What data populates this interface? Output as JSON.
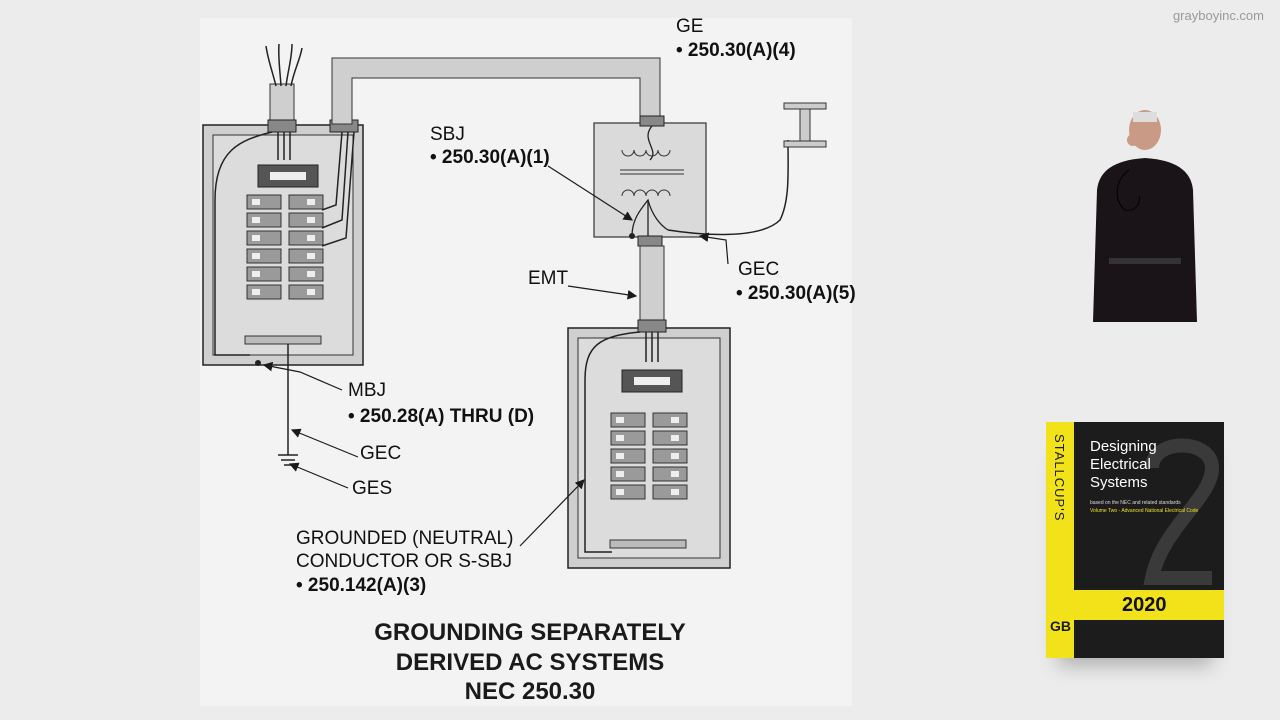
{
  "watermark": "grayboyinc.com",
  "labels": {
    "ge": "GE",
    "ge_ref": "• 250.30(A)(4)",
    "sbj": "SBJ",
    "sbj_ref": "• 250.30(A)(1)",
    "emt": "EMT",
    "gec_right": "GEC",
    "gec_right_ref": "• 250.30(A)(5)",
    "mbj": "MBJ",
    "mbj_ref": "• 250.28(A) THRU (D)",
    "gec_left": "GEC",
    "ges": "GES",
    "neutral_line1": "GROUNDED (NEUTRAL)",
    "neutral_line2": "CONDUCTOR OR S-SBJ",
    "neutral_ref": "• 250.142(A)(3)"
  },
  "title": {
    "line1": "GROUNDING SEPARATELY",
    "line2": "DERIVED AC SYSTEMS",
    "line3": "NEC 250.30"
  },
  "book": {
    "spine_text": "STALLCUP'S",
    "logo_text": "GB",
    "title_line1": "Designing",
    "title_line2": "Electrical",
    "title_line3": "Systems",
    "subtitle": "based on the NEC and related standards",
    "volume": "Volume Two - Advanced National Electrical Code",
    "year": "2020"
  },
  "colors": {
    "spine_yellow": "#f2e21a",
    "book_dark": "#1c1c1c",
    "diagram_gray": "#cfcfcf",
    "line": "#1a1a1a"
  }
}
